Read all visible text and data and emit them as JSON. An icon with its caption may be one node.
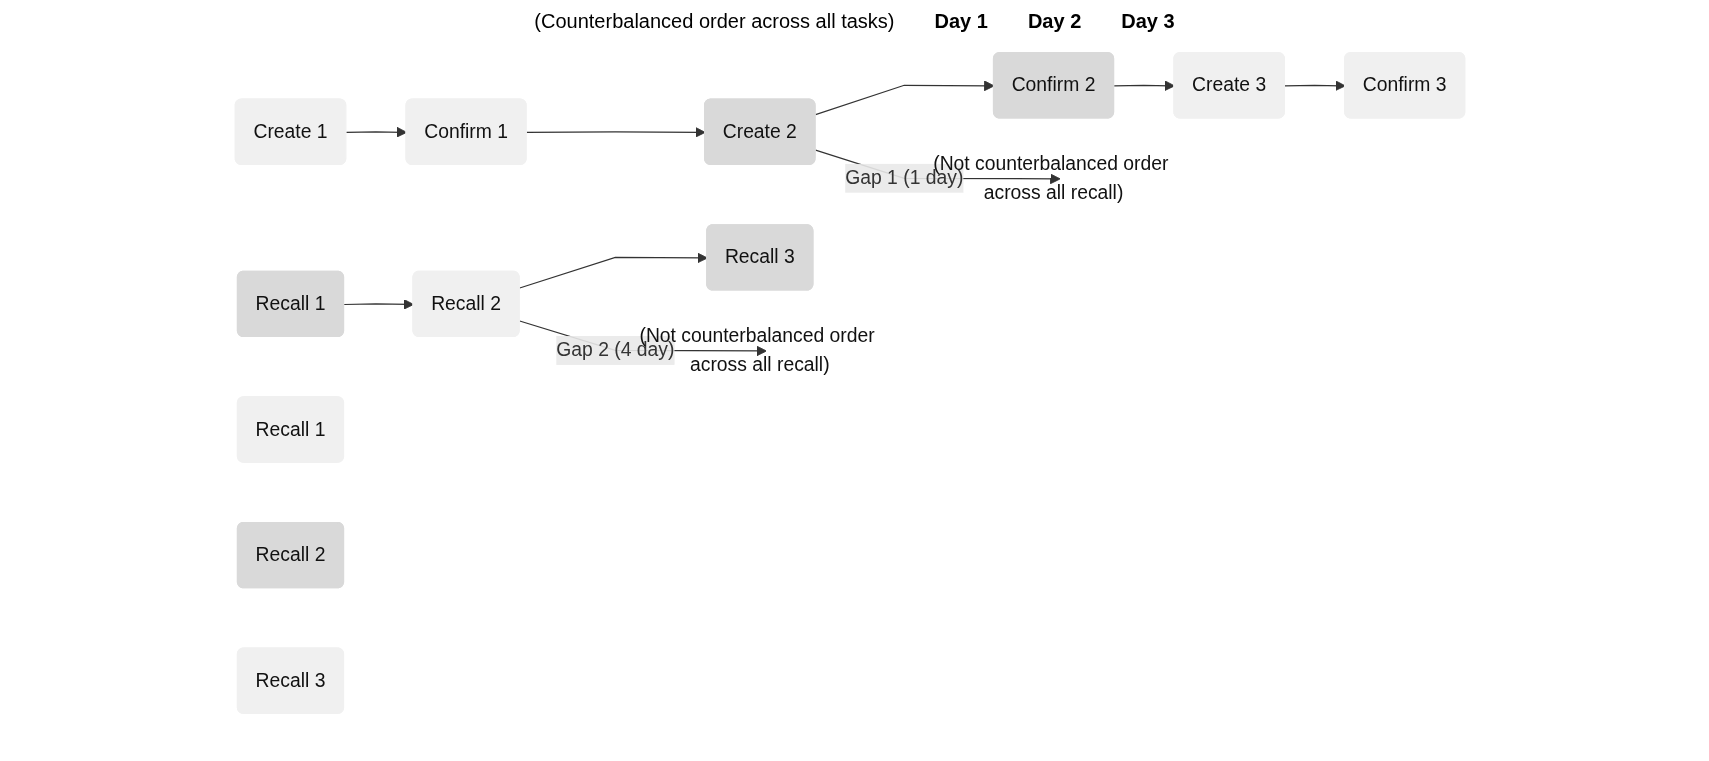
{
  "diagram": {
    "nodes": [
      {
        "text": [
          "Create 1"
        ]
      },
      {
        "text": [
          "Confirm 1"
        ]
      },
      {
        "text": [
          "Create 2"
        ]
      },
      {
        "text": [
          "Confirm 2"
        ]
      },
      {
        "text": [
          "Create 3"
        ]
      },
      {
        "text": [
          "Confirm 3"
        ]
      },
      {
        "text": [
          "(Not counterbalanced order across all recall)"
        ]
      },
      {
        "text": [
          "Recall 1"
        ]
      },
      {
        "text": [
          "Recall 2"
        ]
      },
      {
        "text": [
          "Recall 3"
        ]
      },
      {
        "text": [
          "(Not counterbalanced order across all recall)"
        ]
      },
      {
        "text": [
          "Recall 1"
        ]
      },
      {
        "text": [
          "Recall 2"
        ]
      },
      {
        "text": [
          "Recall 3"
        ]
      }
    ],
    "edges": [
      {
        "from": 0,
        "to": 1,
        "arrow": "to"
      },
      {
        "from": 1,
        "to": 2,
        "arrow": "to"
      },
      {
        "from": 2,
        "to": 3,
        "arrow": "to"
      },
      {
        "from": 3,
        "to": 4,
        "arrow": "to"
      },
      {
        "from": 4,
        "to": 5,
        "arrow": "to"
      },
      {
        "from": 2,
        "to": 6,
        "label": "Gap 1 (1 day)",
        "arrow": "to"
      },
      {
        "from": 7,
        "to": 8,
        "arrow": "to"
      },
      {
        "from": 8,
        "to": 9,
        "arrow": "to"
      },
      {
        "from": 8,
        "to": 10,
        "label": "Gap 2 (4 day)",
        "arrow": "to"
      }
    ],
    "labels": [
      "(Counterbalanced order across all tasks)",
      "Day 1",
      "Day 2",
      "Day 3"
    ]
  }
}
